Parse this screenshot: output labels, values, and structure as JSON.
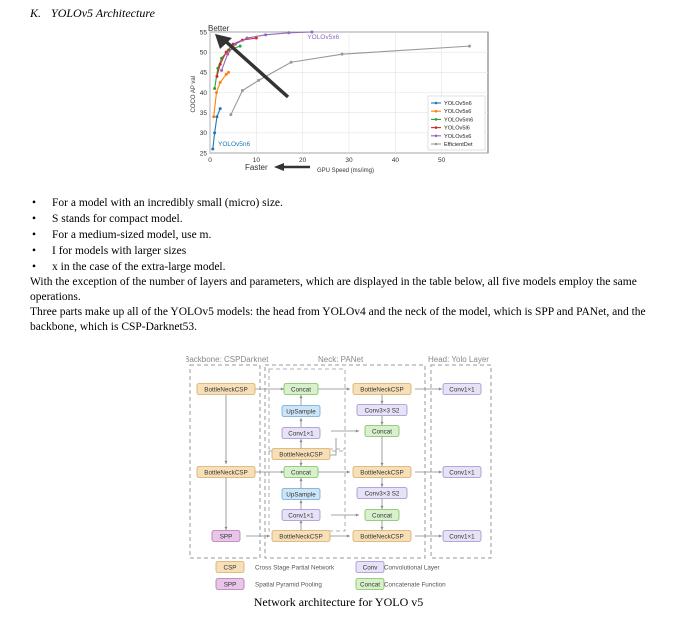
{
  "heading": {
    "num": "K.",
    "title": "YOLOv5 Architecture"
  },
  "chart_data": {
    "type": "line",
    "title": "",
    "xlabel": "GPU Speed (ms/img)",
    "ylabel": "COCO AP val",
    "xlim": [
      0,
      60
    ],
    "ylim": [
      25,
      55
    ],
    "xticks": [
      0,
      10,
      20,
      30,
      40,
      50
    ],
    "yticks": [
      25,
      30,
      35,
      40,
      45,
      50,
      55
    ],
    "grid": true,
    "legend_position": "bottom-right",
    "annotations": {
      "better": "Better",
      "faster": "Faster",
      "top_label": "YOLOv5x6",
      "bottom_label": "YOLOv5n6"
    },
    "series": [
      {
        "name": "YOLOv5n6",
        "color": "#1f77b4",
        "x": [
          0.6,
          1.0,
          1.5,
          2.2
        ],
        "y": [
          26,
          30,
          34,
          36
        ]
      },
      {
        "name": "YOLOv5s6",
        "color": "#ff7f0e",
        "x": [
          0.8,
          1.4,
          2.2,
          3.5,
          4.0
        ],
        "y": [
          34,
          40,
          42.5,
          44.5,
          45
        ]
      },
      {
        "name": "YOLOv5m6",
        "color": "#2ca02c",
        "x": [
          1.0,
          1.7,
          2.5,
          4.0,
          6.5
        ],
        "y": [
          41,
          46,
          48.5,
          50.5,
          51.5
        ]
      },
      {
        "name": "YOLOv5l6",
        "color": "#d62728",
        "x": [
          1.5,
          2.2,
          3.5,
          5.0,
          7.0,
          10.0
        ],
        "y": [
          44,
          47,
          50,
          52,
          53,
          53.5
        ]
      },
      {
        "name": "YOLOv5x6",
        "color": "#9467bd",
        "x": [
          2.5,
          3.8,
          5.5,
          8.0,
          12.0,
          17.0,
          22.0
        ],
        "y": [
          45.5,
          49.5,
          52.0,
          53.5,
          54.3,
          54.8,
          55.0
        ]
      },
      {
        "name": "EfficientDet",
        "color": "#999999",
        "x": [
          4.5,
          7.0,
          10.5,
          17.5,
          28.5,
          56.0
        ],
        "y": [
          34.5,
          40.5,
          43.0,
          47.5,
          49.5,
          51.5
        ]
      }
    ]
  },
  "bullets": [
    "For a model with an incredibly small (micro) size.",
    "S stands for compact model.",
    "For a medium-sized model, use m.",
    "I for models with larger sizes",
    "x in the case of the extra-large model."
  ],
  "paragraphs": [
    "With the exception of the number of layers and parameters, which are displayed in the table below, all five models employ the same operations.",
    "Three parts make up all of the YOLOv5 models: the head from YOLOv4 and the neck of the model, which is SPP and PANet, and the backbone, which is CSP-Darknet53."
  ],
  "architecture": {
    "sections": {
      "backbone": "Backbone: CSPDarknet",
      "neck": "Neck: PANet",
      "head": "Head: Yolo Layer"
    },
    "labels": {
      "bottleneck": "BottleNeckCSP",
      "concat": "Concat",
      "upsample": "UpSample",
      "conv1": "Conv1×1",
      "conv3": "Conv3×3 S2",
      "spp": "SPP"
    },
    "legend": [
      {
        "tag": "CSP",
        "text": "Cross Stage Partial Network"
      },
      {
        "tag": "SPP",
        "text": "Spatial Pyramid Pooling"
      },
      {
        "tag": "Conv",
        "text": "Convolutional Layer"
      },
      {
        "tag": "Concat",
        "text": "Concatenate Function"
      }
    ],
    "colors": {
      "csp": "#f7e0b8",
      "csp_border": "#d6aa66",
      "concat": "#d8f0cc",
      "concat_border": "#7cbf5e",
      "conv": "#e8e2f6",
      "conv_border": "#9d8fcf",
      "upsample": "#cde6f7",
      "upsample_border": "#6aa7d6",
      "spp": "#e8c6e8",
      "spp_border": "#b577b5"
    }
  },
  "caption": "Network architecture for YOLO v5"
}
